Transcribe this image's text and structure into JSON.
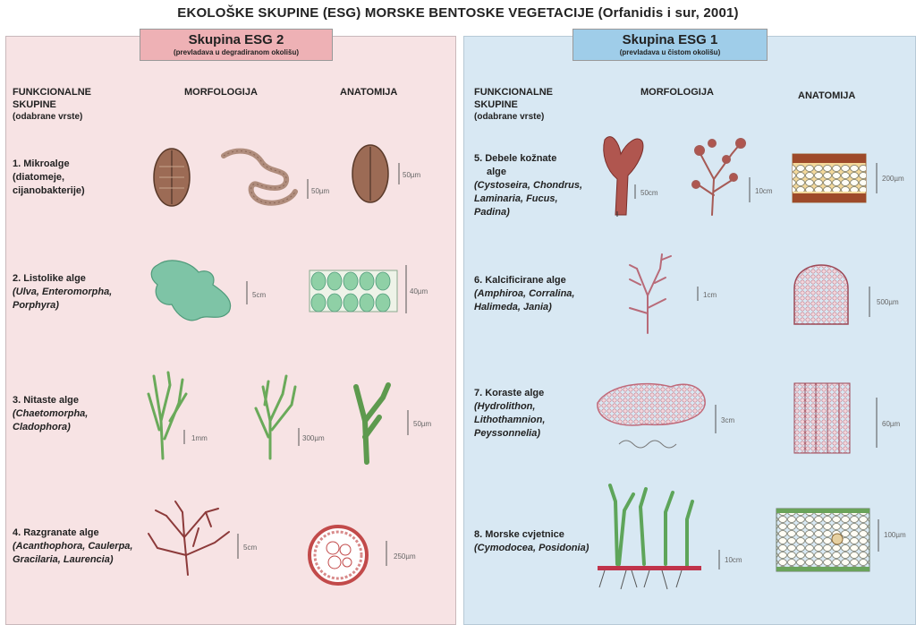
{
  "title": "EKOLOŠKE SKUPINE (ESG) MORSKE BENTOSKE VEGETACIJE  (Orfanidis i sur, 2001)",
  "left": {
    "badge_title": "Skupina ESG 2",
    "badge_sub": "(prevladava u degradiranom okolišu)",
    "col_functional": [
      "FUNKCIONALNE",
      "SKUPINE"
    ],
    "col_functional_sub": "(odabrane vrste)",
    "col_morph": "MORFOLOGIJA",
    "col_anat": "ANATOMIJA",
    "groups": [
      {
        "name": "1. Mikroalge",
        "species": [
          "(diatomeje,",
          "cijanobakterije)"
        ]
      },
      {
        "name": "2. Listolike alge",
        "species": [
          "(Ulva, Enteromorpha,",
          "Porphyra)"
        ]
      },
      {
        "name": "3. Nitaste alge",
        "species": [
          "(Chaetomorpha,",
          "Cladophora)"
        ]
      },
      {
        "name": "4. Razgranate alge",
        "species": [
          "(Acanthophora, Caulerpa,",
          "Gracilaria, Laurencia)"
        ]
      }
    ],
    "scales": [
      "50µm",
      "50µm",
      "5cm",
      "40µm",
      "1mm",
      "300µm",
      "50µm",
      "5cm",
      "250µm"
    ]
  },
  "right": {
    "badge_title": "Skupina ESG 1",
    "badge_sub": "(prevladava u čistom okolišu)",
    "col_functional": [
      "FUNKCIONALNE",
      "SKUPINE"
    ],
    "col_functional_sub": "(odabrane vrste)",
    "col_morph": "MORFOLOGIJA",
    "col_anat": "ANATOMIJA",
    "groups": [
      {
        "name": "5. Debele kožnate",
        "name2": "alge",
        "species": [
          "(Cystoseira, Chondrus,",
          "Laminaria, Fucus,",
          "Padina)"
        ]
      },
      {
        "name": "6. Kalcificirane alge",
        "species": [
          "(Amphiroa, Corralina,",
          "Halimeda, Jania)"
        ]
      },
      {
        "name": "7. Koraste alge",
        "species": [
          "(Hydrolithon,",
          "Lithothamnion,",
          "Peyssonnelia)"
        ]
      },
      {
        "name": "8. Morske cvjetnice",
        "species": [
          "(Cymodocea, Posidonia)"
        ]
      }
    ],
    "scales": [
      "50cm",
      "10cm",
      "200µm",
      "1cm",
      "500µm",
      "3cm",
      "60µm",
      "10cm",
      "100µm"
    ]
  },
  "colors": {
    "left_bg": "#f7e3e4",
    "right_bg": "#d8e8f3",
    "badge_left": "#eeb1b5",
    "badge_right": "#9fcde9"
  }
}
